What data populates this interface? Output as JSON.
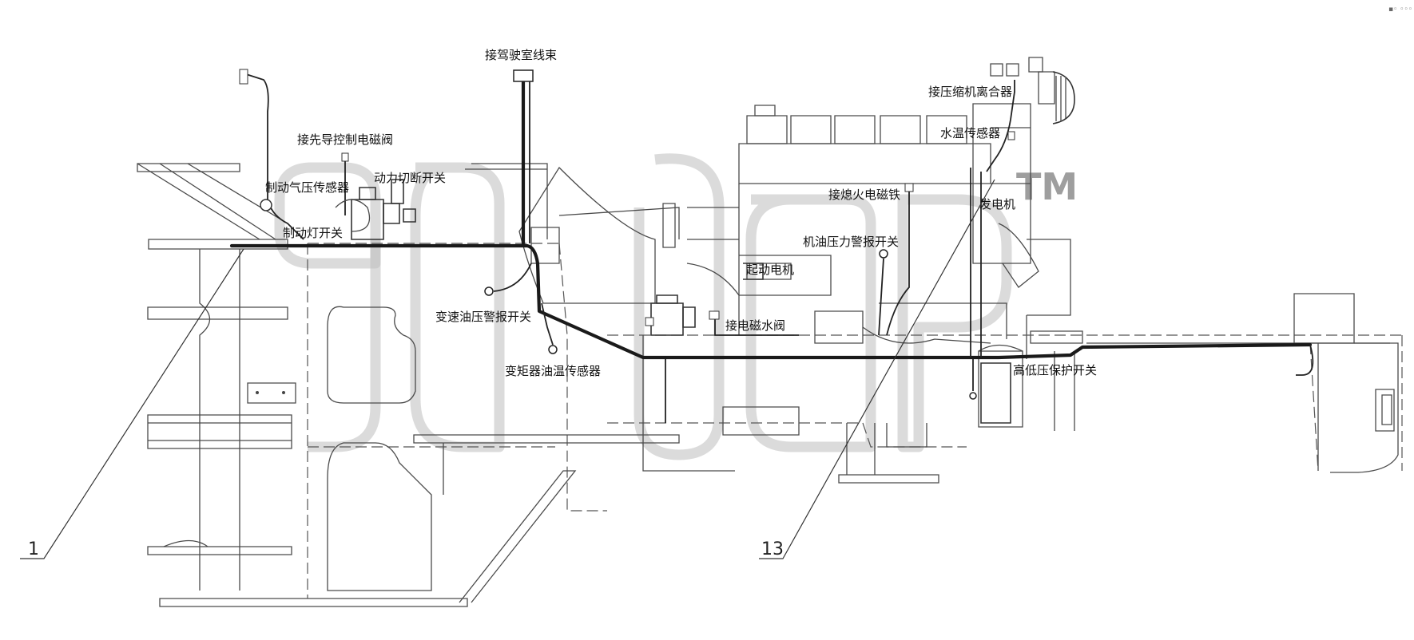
{
  "diagram": {
    "labels": {
      "cab_harness": "接驾驶室线束",
      "pilot_solenoid": "接先导控制电磁阀",
      "power_cutoff_switch": "动力切断开关",
      "brake_air_sensor": "制动气压传感器",
      "brake_light_switch": "制动灯开关",
      "compressor_clutch": "接压缩机离合器",
      "water_temp_sensor": "水温传感器",
      "flameout_solenoid": "接熄火电磁铁",
      "generator": "发电机",
      "oil_pressure_switch": "机油压力警报开关",
      "starter_motor": "起动电机",
      "water_solenoid_valve": "接电磁水阀",
      "trans_oil_pressure_switch": "变速油压警报开关",
      "converter_oil_temp_sensor": "变矩器油温传感器",
      "hi_lo_pressure_switch": "高低压保护开关"
    },
    "callouts": {
      "item_1": "1",
      "item_13": "13"
    },
    "watermark": {
      "trademark": "TM"
    },
    "corner_mark": "▪︎◦ ◦◦◦"
  }
}
